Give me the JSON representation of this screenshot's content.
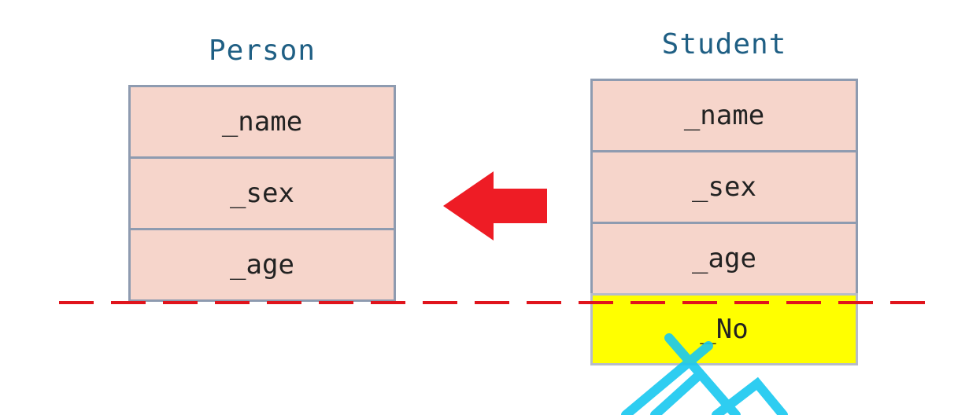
{
  "person": {
    "title": "Person",
    "fields": [
      "_name",
      "_sex",
      "_age"
    ]
  },
  "student": {
    "title": "Student",
    "fields": [
      "_name",
      "_sex",
      "_age"
    ],
    "extra_field": "_No"
  },
  "colors": {
    "title": "#1f5f84",
    "cell_fill": "#f6d5cb",
    "cell_border": "#8e9bb0",
    "extra_fill": "#ffff00",
    "arrow": "#ee1c25",
    "dashed_line": "#e0141c",
    "watermark": "#18c8f0"
  },
  "icons": {
    "arrow": "left-arrow-icon"
  }
}
